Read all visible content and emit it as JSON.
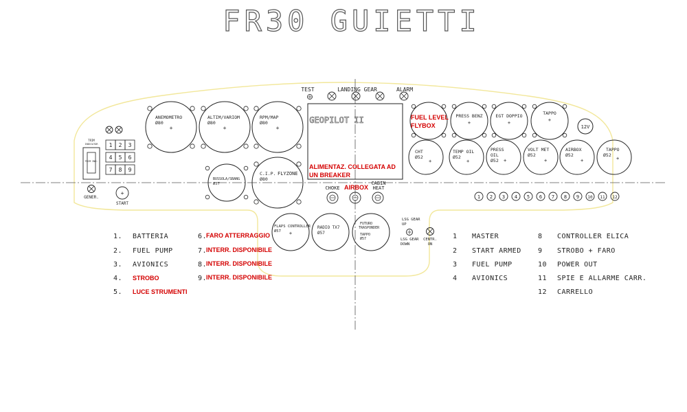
{
  "title": "FR30 GUIETTI",
  "top_labels": {
    "test": "TEST",
    "landing_gear": "LANDING GEAR",
    "alarm": "ALARM"
  },
  "instruments": {
    "anemometro": [
      "ANEMOMETRO",
      "Ø80"
    ],
    "altim": [
      "ALTIM/VARIOM",
      "Ø80"
    ],
    "rpm": [
      "RPM/MAP",
      "Ø80"
    ],
    "bussola": [
      "BUSSOLA/SBANG",
      "Ø57"
    ],
    "cip": [
      "C.I.P.",
      "Ø80"
    ],
    "flyzone": "FLYZONE",
    "fuel_level": "",
    "press_benz": [
      "PRESS BENZ"
    ],
    "egt": [
      "EGT DOPPIO"
    ],
    "tappo_top": [
      "TAPPO"
    ],
    "cht": [
      "CHT",
      "Ø52"
    ],
    "temp_oil": [
      "TEMP OIL",
      "Ø52"
    ],
    "press_oil": [
      "PRESS",
      "OIL",
      "Ø52"
    ],
    "volt": [
      "VOLT MET",
      "Ø52"
    ],
    "airbox": [
      "AIRBOX",
      "Ø52"
    ],
    "tappo_bottom": [
      "TAPPO",
      "Ø52"
    ],
    "flaps": [
      "FLAPS CONTROLLER",
      "Ø57"
    ],
    "radio": [
      "RADIO TX7",
      "Ø57"
    ],
    "futuro": [
      "FUTURO",
      "TRASPONDER",
      "Ø57",
      "TAPPO"
    ]
  },
  "geopilot": "GEOPILOT II",
  "v12": "12V",
  "trim_label": [
    "TRIM",
    "INDICATOR"
  ],
  "trim_ind": "TRIM IND.",
  "keypad": [
    "1",
    "2",
    "3",
    "4",
    "5",
    "6",
    "7",
    "8",
    "9"
  ],
  "gener": "GENER.",
  "start": "START",
  "choke": "CHOKE",
  "cabin_heat": [
    "CABIN",
    "HEAT"
  ],
  "lsg_gear_up": [
    "LSG GEAR",
    "UP"
  ],
  "lsg_gear_down": [
    "LSG GEAR",
    "DOWN"
  ],
  "centr_on": [
    "CENTR.",
    "ON"
  ],
  "switch_numbers": [
    "1",
    "2",
    "3",
    "4",
    "5",
    "6",
    "7",
    "8",
    "9",
    "10",
    "11",
    "12"
  ],
  "red_notes": {
    "fuel_flybox": [
      "FUEL LEVEL",
      "FLYBOX"
    ],
    "alimentaz": [
      "ALIMENTAZ. COLLEGATA AD",
      "UN BREAKER"
    ],
    "airbox": "AIRBOX"
  },
  "left_legend": [
    {
      "num": "1.",
      "text": "BATTERIA",
      "red": false
    },
    {
      "num": "2.",
      "text": "FUEL PUMP",
      "red": false
    },
    {
      "num": "3.",
      "text": "AVIONICS",
      "red": false
    },
    {
      "num": "4.",
      "text": "STROBO",
      "red": true
    },
    {
      "num": "5.",
      "text": "LUCE STRUMENTI",
      "red": true
    }
  ],
  "mid_legend": [
    {
      "num": "6.",
      "text": "FARO ATTERRAGGIO"
    },
    {
      "num": "7.",
      "text": "INTERR. DISPONIBILE"
    },
    {
      "num": "8.",
      "text": "INTERR. DISPONIBILE"
    },
    {
      "num": "9.",
      "text": "INTERR. DISPONIBILE"
    }
  ],
  "right_legend_a": [
    {
      "num": "1",
      "text": "MASTER"
    },
    {
      "num": "2",
      "text": "START ARMED"
    },
    {
      "num": "3",
      "text": "FUEL PUMP"
    },
    {
      "num": "4",
      "text": "AVIONICS"
    }
  ],
  "right_legend_b": [
    {
      "num": "8",
      "text": "CONTROLLER ELICA"
    },
    {
      "num": "9",
      "text": "STROBO + FARO"
    },
    {
      "num": "10",
      "text": "POWER OUT"
    },
    {
      "num": "11",
      "text": "SPIE E ALLARME CARR."
    },
    {
      "num": "12",
      "text": "CARRELLO"
    }
  ],
  "colors": {
    "outline": "#f2e79a",
    "line": "#222222",
    "note_red": "#d40000"
  }
}
